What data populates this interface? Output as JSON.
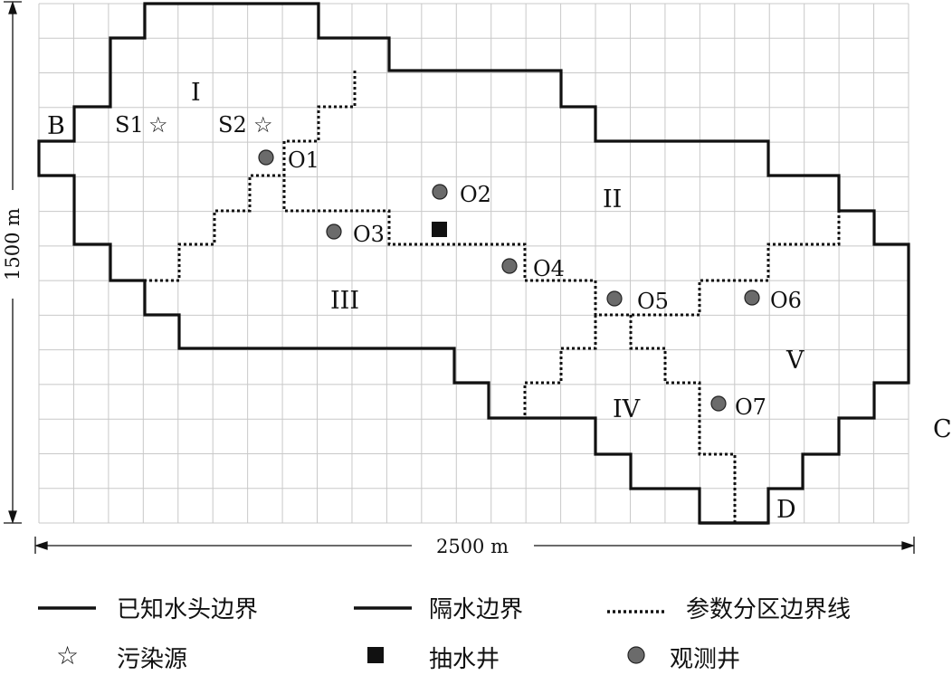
{
  "dimensions": {
    "width_label": "2500 m",
    "height_label": "1500 m"
  },
  "boundary_labels": [
    "B",
    "C",
    "D"
  ],
  "zones": [
    "I",
    "II",
    "III",
    "IV",
    "V"
  ],
  "sources": [
    {
      "label": "S1"
    },
    {
      "label": "S2"
    }
  ],
  "pumping_wells": [
    {
      "label": ""
    }
  ],
  "observation_wells": [
    {
      "label": "O1"
    },
    {
      "label": "O2"
    },
    {
      "label": "O3"
    },
    {
      "label": "O4"
    },
    {
      "label": "O5"
    },
    {
      "label": "O6"
    },
    {
      "label": "O7"
    }
  ],
  "legend": {
    "known_head": "已知水头边界",
    "no_flow": "隔水边界",
    "param_zone": "参数分区边界线",
    "source": "污染源",
    "pumping_well": "抽水井",
    "observation_well": "观测井"
  },
  "colors": {
    "boundary": "#111111",
    "grid": "#c8c8c8",
    "well": "#6b6b6b"
  }
}
